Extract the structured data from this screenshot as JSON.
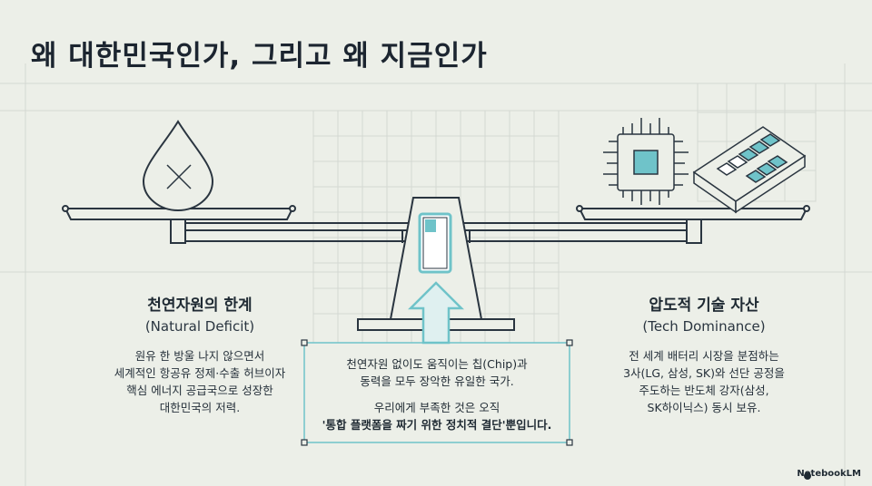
{
  "title": "왜 대한민국인가, 그리고 왜 지금인가",
  "left": {
    "heading": "천연자원의 한계",
    "subheading": "(Natural Deficit)",
    "body": [
      "원유 한 방울 나지 않으면서",
      "세계적인 항공유 정제·수출 허브이자",
      "핵심 에너지 공급국으로 성장한",
      "대한민국의 저력."
    ]
  },
  "right": {
    "heading": "압도적 기술 자산",
    "subheading": "(Tech Dominance)",
    "body": [
      "전 세계 배터리 시장을 분점하는",
      "3사(LG, 삼성, SK)와 선단 공정을",
      "주도하는 반도체 강자(삼성,",
      "SK하이닉스) 동시 보유."
    ]
  },
  "callout": {
    "line1": "천연자원 없이도 움직이는 칩(Chip)과",
    "line2": "동력을 모두 장악한 유일한 국가.",
    "line3": "우리에게 부족한 것은 오직",
    "line4": "'통합 플랫폼을 짜기 위한 정치적 결단'뿐입니다."
  },
  "icons": {
    "left_pan": "oil-drop-x-icon",
    "right_pan_chip": "chip-icon",
    "right_pan_battery": "battery-pack-icon",
    "pivot": "phone-chip-icon",
    "arrow": "up-arrow-icon"
  },
  "colors": {
    "background": "#ecefe8",
    "ink": "#1f2a33",
    "accent": "#6fc3c9"
  },
  "brand": "NotebookLM"
}
